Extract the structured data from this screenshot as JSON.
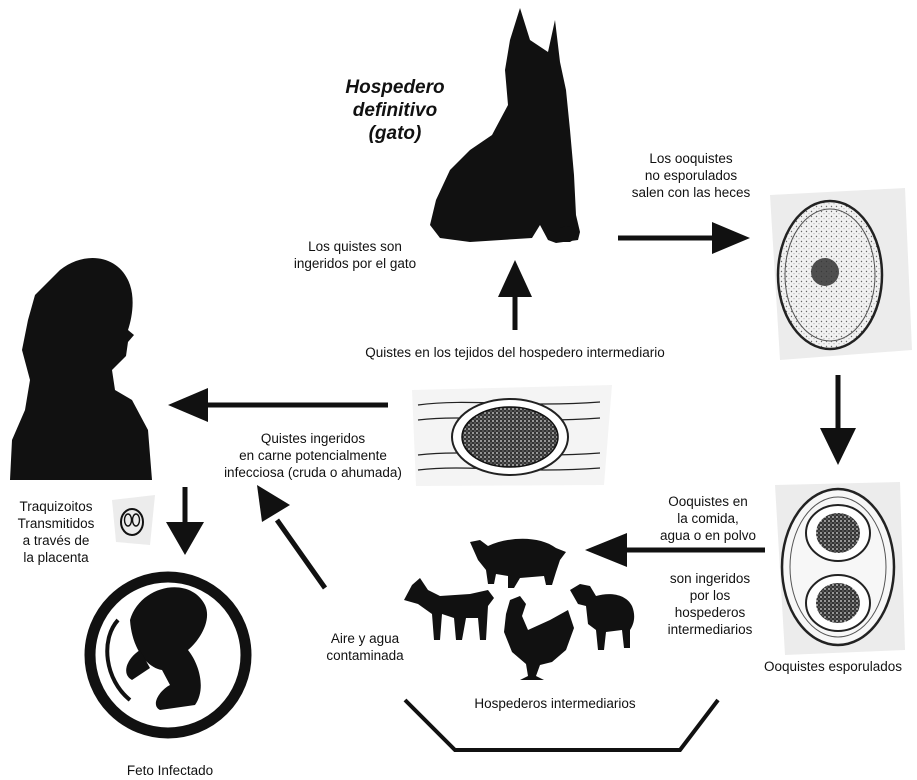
{
  "definitive_host": "Hospedero\ndefinitivo\n(gato)",
  "labels": {
    "oocysts_shed": "Los ooquistes\nno esporulados\nsalen con las heces",
    "cysts_eaten_by_cat": "Los quistes son\ningeridos por el gato",
    "tissue_cysts": "Quistes en los tejidos del hospedero intermediario",
    "cysts_ingested_meat": "Quistes ingeridos\nen carne potencialmente\ninfecciosa (cruda o ahumada)",
    "tachyzoites": "Traquizoitos\nTransmitidos\na través de\nla placenta",
    "oocysts_in_food": "Ooquistes en\nla comida,\nagua o en polvo",
    "ingested_by_hosts": "son ingeridos\npor los\nhospederos\nintermediarios",
    "air_water": "Aire y agua\ncontaminada",
    "intermediate_hosts": "Hospederos intermediarios",
    "sporulated_oocysts": "Ooquistes esporulados",
    "infected_fetus": "Feto Infectado"
  },
  "icons": [
    "cat-silhouette-icon",
    "woman-silhouette-icon",
    "fetus-icon",
    "pig-icon",
    "goat-icon",
    "rooster-icon",
    "sheep-icon",
    "unsporulated-oocyst-icon",
    "sporulated-oocyst-icon",
    "tissue-cyst-icon",
    "tachyzoite-icon"
  ],
  "colors": {
    "ink": "#111111",
    "panel": "#ececec"
  }
}
